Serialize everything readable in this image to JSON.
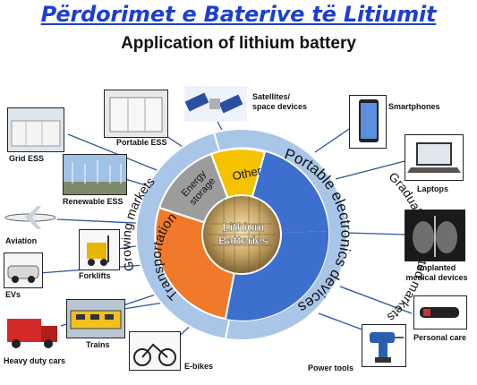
{
  "title": "Përdorimet e Baterive të Litiumit",
  "subtitle": "Application of lithium battery",
  "center_label": [
    "Lithium",
    "Batteries"
  ],
  "sectors": {
    "energy_storage": [
      "Energy",
      "storage"
    ],
    "other": "Other",
    "transportation": "Transportation",
    "portable": "Portable electronics devices"
  },
  "ring_labels": {
    "growing": "Growing markets",
    "saturated": "Gradually saturated markets"
  },
  "applications": {
    "portable_ess": "Portable ESS",
    "satellites_1": "Satellites/",
    "satellites_2": "space devices",
    "grid_ess": "Grid ESS",
    "renewable_ess": "Renewable ESS",
    "aviation": "Aviation",
    "forklifts": "Forklifts",
    "evs": "EVs",
    "trains": "Trains",
    "heavy_duty": "Heavy duty cars",
    "ebikes": "E-bikes",
    "power_tools": "Power tools",
    "personal_care": "Personal care",
    "medical_1": "Implanted",
    "medical_2": "medical devices",
    "laptops": "Laptops",
    "smartphones": "Smartphones"
  },
  "colors": {
    "title_blue": "#1c3fd0",
    "outer_ring": "#a9c6e8",
    "portable_blue": "#3d6fcf",
    "transport_orange": "#f07a2a",
    "energy_gray": "#9c9c9c",
    "other_yellow": "#f5c200",
    "connector": "#2f5597"
  }
}
